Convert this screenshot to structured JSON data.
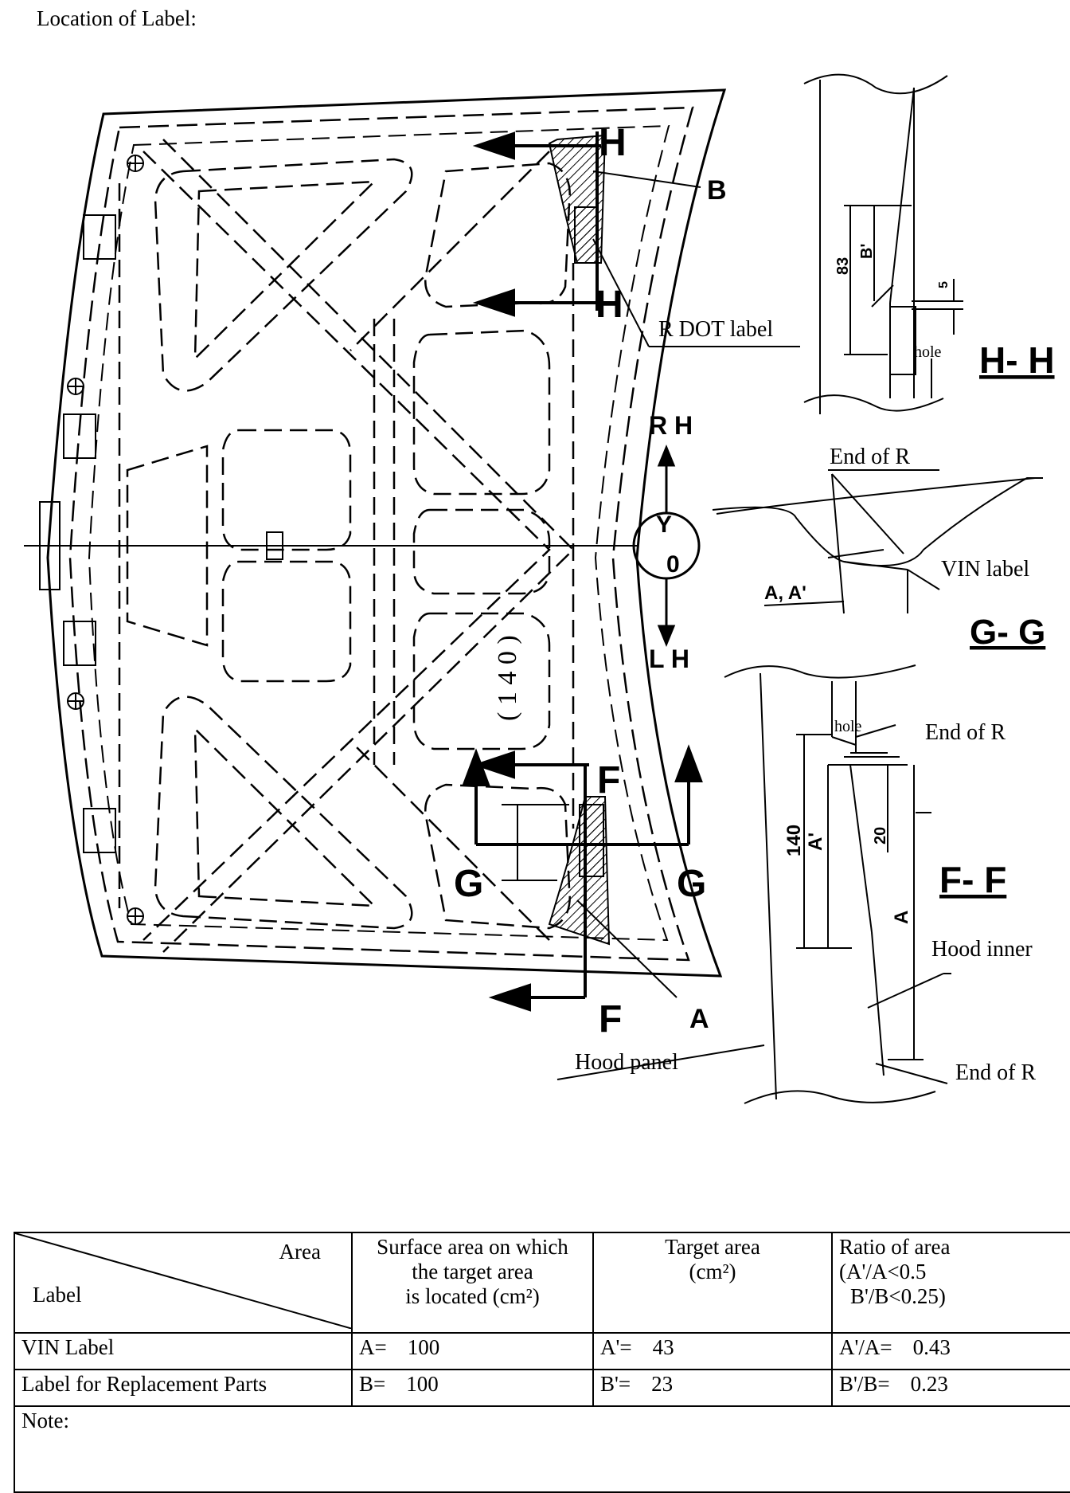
{
  "title": "Location of Label:",
  "callouts": {
    "b": "B",
    "a": "A",
    "r_dot_label": "R DOT label",
    "rh": "R H",
    "lh": "L H",
    "y": "Y",
    "zero": "0",
    "dim_140": "( 1 4 0 )",
    "hood_panel": "Hood panel",
    "section_h": "H",
    "section_f": "F",
    "section_g": "G"
  },
  "section_hh": {
    "title": "H- H",
    "dim_83": "83",
    "dim_b_prime": "B'",
    "dim_5": "5",
    "hole": "hole"
  },
  "section_gg": {
    "title": "G- G",
    "end_of_r": "End of R",
    "vin_label": "VIN label",
    "a_a_prime": "A, A'"
  },
  "section_ff": {
    "title": "F- F",
    "hole": "hole",
    "end_of_r_top": "End of R",
    "dim_140": "140",
    "dim_a_prime": "A'",
    "dim_20": "20",
    "dim_a": "A",
    "hood_inner": "Hood inner",
    "end_of_r_bottom": "End of R"
  },
  "table": {
    "header": {
      "area": "Area",
      "label": "Label",
      "surface": [
        "Surface area on which",
        "the target area",
        "is located (cm²)"
      ],
      "target": [
        "Target area",
        "(cm²)"
      ],
      "ratio": [
        "Ratio of area",
        "(A'/A<0.5",
        "B'/B<0.25)"
      ]
    },
    "rows": [
      {
        "label": "VIN Label",
        "surface_key": "A=",
        "surface_value": "100",
        "target_key": "A'=",
        "target_value": "43",
        "ratio_key": "A'/A=",
        "ratio_value": "0.43"
      },
      {
        "label": "Label for Replacement Parts",
        "surface_key": "B=",
        "surface_value": "100",
        "target_key": "B'=",
        "target_value": "23",
        "ratio_key": "B'/B=",
        "ratio_value": "0.23"
      }
    ],
    "note": "Note:"
  }
}
